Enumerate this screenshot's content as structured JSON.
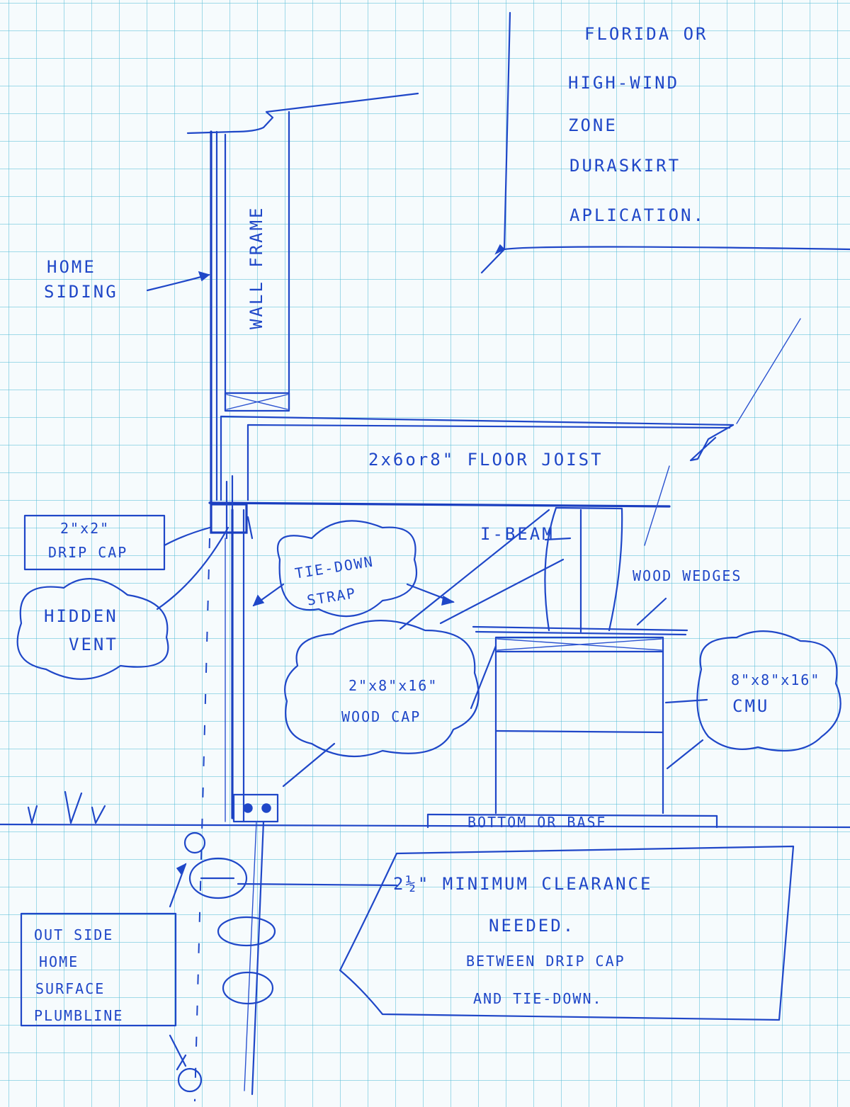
{
  "title_note": {
    "line1": "FLORIDA OR",
    "line2": "HIGH-WIND",
    "line3": "ZONE",
    "line4": "DURASKIRT",
    "line5": "APLICATION."
  },
  "labels": {
    "home_siding_1": "HOME",
    "home_siding_2": "SIDING",
    "wall_frame": "WALL FRAME",
    "floor_joist": "2x6or8\" FLOOR JOIST",
    "drip_cap_1": "2\"x2\"",
    "drip_cap_2": "DRIP CAP",
    "i_beam": "I-BEAM",
    "tie_down_1": "TIE-DOWN",
    "tie_down_2": "STRAP",
    "wood_wedges": "WOOD WEDGES",
    "hidden_vent_1": "HIDDEN",
    "hidden_vent_2": "VENT",
    "wood_cap_1": "2\"x8\"x16\"",
    "wood_cap_2": "WOOD CAP",
    "cmu_1": "8\"x8\"x16\"",
    "cmu_2": "CMU",
    "base": "BOTTOM OR BASE",
    "plumbline_1": "OUT SIDE",
    "plumbline_2": "HOME",
    "plumbline_3": "SURFACE",
    "plumbline_4": "PLUMBLINE"
  },
  "clearance_note": {
    "line1": "2½\" MINIMUM CLEARANCE",
    "line2": "NEEDED.",
    "line3": "BETWEEN DRIP CAP",
    "line4": "AND TIE-DOWN."
  }
}
